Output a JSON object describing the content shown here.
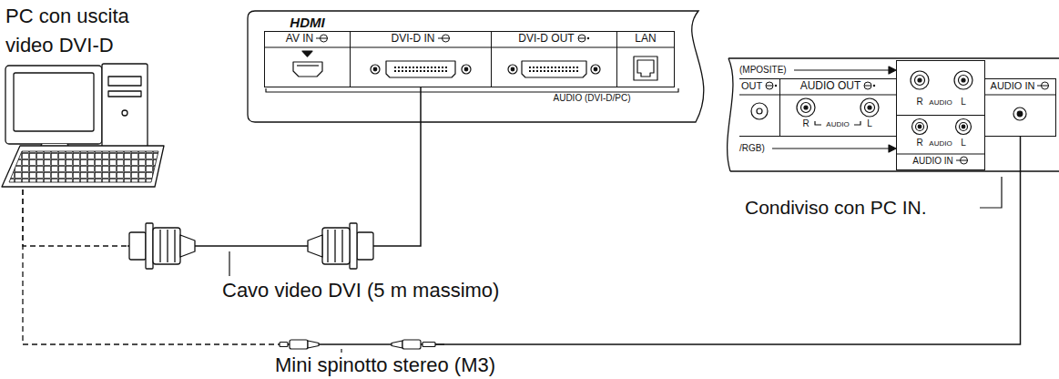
{
  "diagram": {
    "nodes": [
      {
        "text": [
          "PC con uscita video DVI-D"
        ]
      },
      {
        "text": [
          "AUDIO (DVI-D/PC)"
        ]
      },
      {
        "text": [
          "HDMI",
          "AV IN"
        ],
        "in": 1
      },
      {
        "text": [
          "DVI-D IN"
        ],
        "in": 1
      },
      {
        "text": [
          "DVI-D OUT"
        ],
        "in": 1
      },
      {
        "text": [
          "LAN"
        ],
        "in": 1
      },
      {
        "text": [
          "(MPOSITE)",
          "/RGB)"
        ]
      },
      {
        "text": [
          "OUT"
        ],
        "in": 6
      },
      {
        "text": [
          "AUDIO OUT",
          "R",
          "AUDIO",
          "L"
        ],
        "in": 6
      },
      {
        "text": [
          "R",
          "AUDIO",
          "L"
        ],
        "in": 6
      },
      {
        "text": [
          "R",
          "AUDIO",
          "L",
          "AUDIO IN"
        ],
        "in": 6
      },
      {
        "text": [
          "AUDIO IN"
        ],
        "in": 6
      }
    ],
    "edges": [
      {
        "from": 0,
        "to": 3,
        "arrow": "none",
        "label": "Cavo video DVI (5 m massimo)"
      },
      {
        "from": 0,
        "to": 11,
        "arrow": "none",
        "label": "Mini spinotto stereo (M3)"
      }
    ],
    "labels": [
      "Condiviso con PC IN."
    ]
  }
}
